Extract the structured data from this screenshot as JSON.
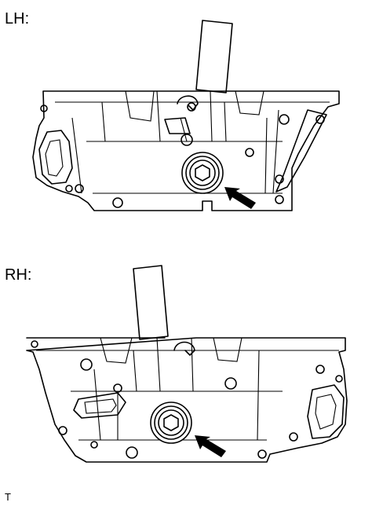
{
  "labels": {
    "lh": "LH:",
    "rh": "RH:",
    "code": "T"
  },
  "icons": {
    "arrow": "pointer-arrow-icon",
    "plug": "hex-socket-plug-icon"
  }
}
